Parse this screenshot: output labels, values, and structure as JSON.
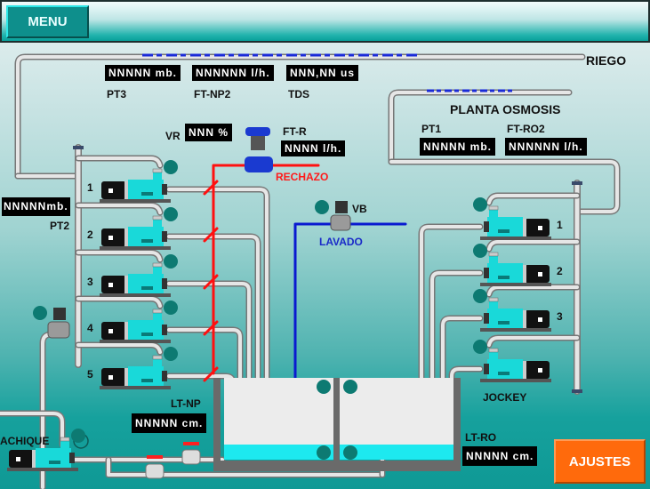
{
  "header": {
    "menu_label": "MENU"
  },
  "labels": {
    "riego": "RIEGO",
    "planta_osmosis": "PLANTA OSMOSIS",
    "pt3": "PT3",
    "ft_np2": "FT-NP2",
    "tds": "TDS",
    "vr": "VR",
    "ft_r": "FT-R",
    "rechazo": "RECHAZO",
    "vb": "VB",
    "lavado": "LAVADO",
    "pt2": "PT2",
    "pt1": "PT1",
    "ft_ro2": "FT-RO2",
    "lt_np": "LT-NP",
    "lt_ro": "LT-RO",
    "achique": "ACHIQUE",
    "jockey": "JOCKEY"
  },
  "displays": {
    "pt3": "NNNNN mb.",
    "ft_np2": "NNNNNN l/h.",
    "tds": "NNN,NN  us",
    "vr": "NNN %",
    "ft_r": "NNNN  l/h.",
    "pt2": "NNNNNmb.",
    "pt1": "NNNNN mb.",
    "ft_ro2": "NNNNNN l/h.",
    "lt_np": "NNNNN cm.",
    "lt_ro": "NNNNN cm."
  },
  "left_pumps": [
    {
      "label": "1"
    },
    {
      "label": "2"
    },
    {
      "label": "3"
    },
    {
      "label": "4"
    },
    {
      "label": "5"
    }
  ],
  "right_pumps": [
    {
      "label": "1"
    },
    {
      "label": "2"
    },
    {
      "label": "3"
    },
    {
      "label": ""
    }
  ],
  "tank": {
    "left_level": 0.2,
    "right_level": 0.2
  },
  "colors": {
    "pipe": "#d9d9d9",
    "rechazo_line": "#ff1010",
    "lavado_line": "#0a1ad0",
    "pump_body": "#19d9d9",
    "water": "#1de9ef",
    "status_indicator": "#0d7a72"
  },
  "footer": {
    "ajustes_label": "AJUSTES"
  }
}
